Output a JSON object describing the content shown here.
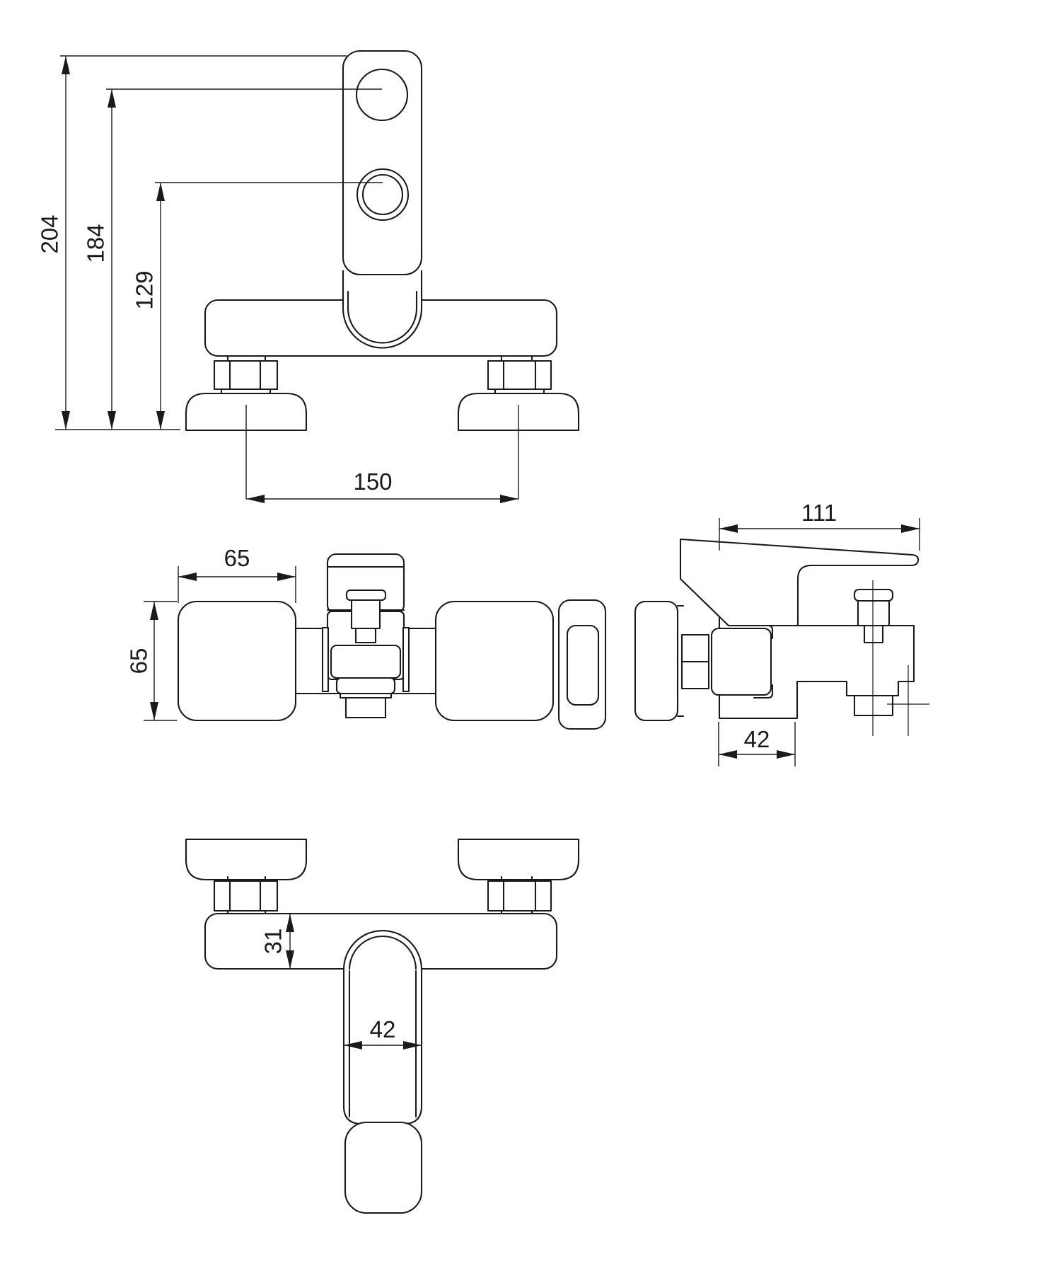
{
  "drawing": {
    "background": "#ffffff",
    "line_color": "#1a1a1a",
    "kind": "technical-dimension-drawing",
    "subject": "wall-mounted-bath-mixer-tap",
    "views": {
      "front": {
        "dims": {
          "overall_height": "204",
          "upper_hole_height": "184",
          "lower_hole_height": "129",
          "connection_spacing": "150"
        }
      },
      "plan": {
        "dims": {
          "flange_width": "65",
          "flange_depth": "65"
        }
      },
      "side": {
        "dims": {
          "projection": "111",
          "body_depth": "42"
        }
      },
      "bottom": {
        "dims": {
          "bar_depth": "31",
          "handle_width": "42"
        }
      }
    }
  }
}
